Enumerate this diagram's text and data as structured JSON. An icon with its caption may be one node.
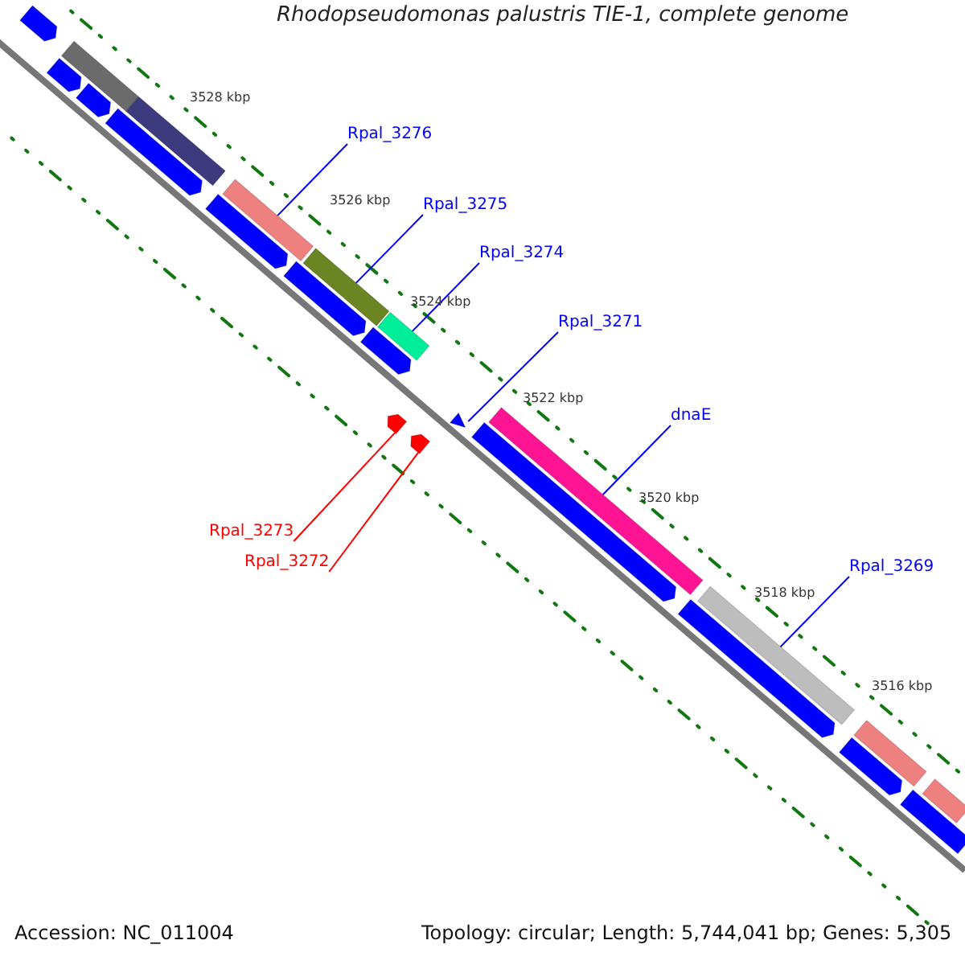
{
  "diagram": {
    "title": "Rhodopseudomonas palustris TIE-1, complete genome",
    "nodes": [
      {
        "text": [
          "Rpal_3276"
        ]
      },
      {
        "text": [],
        "shape": "bar"
      },
      {
        "text": [
          "Rpal_3275"
        ]
      },
      {
        "text": [],
        "shape": "bar"
      },
      {
        "text": [
          "Rpal_3274"
        ]
      },
      {
        "text": [],
        "shape": "bar"
      },
      {
        "text": [
          "Rpal_3271"
        ]
      },
      {
        "text": [],
        "shape": "bar"
      },
      {
        "text": [
          "dnaE"
        ]
      },
      {
        "text": [],
        "shape": "bar"
      },
      {
        "text": [
          "Rpal_3269"
        ]
      },
      {
        "text": [],
        "shape": "bar"
      },
      {
        "text": [
          "Rpal_3273"
        ]
      },
      {
        "text": [],
        "shape": "bar"
      },
      {
        "text": [
          "Rpal_3272"
        ]
      },
      {
        "text": [],
        "shape": "bar"
      },
      {
        "text": [],
        "shape": "bar"
      },
      {
        "text": [],
        "shape": "bar"
      },
      {
        "text": [],
        "shape": "bar"
      },
      {
        "text": [],
        "shape": "bar"
      },
      {
        "text": [],
        "shape": "bar"
      },
      {
        "text": [],
        "shape": "bar"
      },
      {
        "text": [],
        "shape": "bar"
      },
      {
        "text": [],
        "shape": "bar"
      },
      {
        "text": [],
        "shape": "bar"
      },
      {
        "text": [],
        "shape": "bar"
      },
      {
        "text": [],
        "shape": "bar"
      },
      {
        "text": [],
        "shape": "bar"
      },
      {
        "text": [],
        "shape": "bar"
      },
      {
        "text": [],
        "shape": "bar"
      },
      {
        "text": [],
        "shape": "bar"
      }
    ],
    "edges": [
      {
        "from": 0,
        "to": 1,
        "arrow": "none"
      },
      {
        "from": 2,
        "to": 3,
        "arrow": "none"
      },
      {
        "from": 4,
        "to": 5,
        "arrow": "none"
      },
      {
        "from": 6,
        "to": 7,
        "arrow": "none"
      },
      {
        "from": 8,
        "to": 9,
        "arrow": "none"
      },
      {
        "from": 10,
        "to": 11,
        "arrow": "none"
      },
      {
        "from": 12,
        "to": 13,
        "arrow": "none",
        "color": "#ff0000"
      },
      {
        "from": 14,
        "to": 15,
        "arrow": "none",
        "color": "#ff0000"
      }
    ],
    "labels": [
      "3528 kbp",
      "3526 kbp",
      "3524 kbp",
      "3522 kbp",
      "3520 kbp",
      "3518 kbp",
      "3516 kbp",
      "Accession: NC_011004",
      "Topology: circular; Length: 5,744,041 bp; Genes: 5,305"
    ]
  }
}
